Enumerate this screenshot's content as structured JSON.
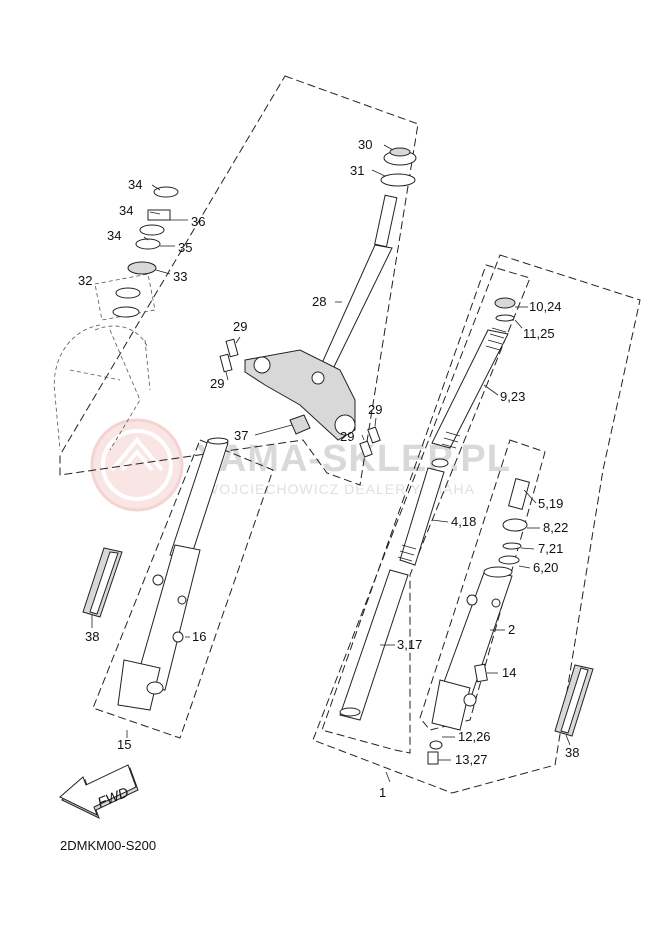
{
  "diagram_code": "2DMKM00-S200",
  "watermark": {
    "main": "YAMA-SKLEP.PL",
    "sub": "WOJCIECHOWICZ DEALER YAMAHA"
  },
  "direction_arrow": "FWD",
  "callouts": {
    "c1": "1",
    "c2": "2",
    "c3_17": "3,17",
    "c4_18": "4,18",
    "c5_19": "5,19",
    "c6_20": "6,20",
    "c7_21": "7,21",
    "c8_22": "8,22",
    "c9_23": "9,23",
    "c10_24": "10,24",
    "c11_25": "11,25",
    "c12_26": "12,26",
    "c13_27": "13,27",
    "c14": "14",
    "c15": "15",
    "c16": "16",
    "c28": "28",
    "c29a": "29",
    "c29b": "29",
    "c29c": "29",
    "c29d": "29",
    "c30": "30",
    "c31": "31",
    "c32": "32",
    "c33": "33",
    "c34a": "34",
    "c34b": "34",
    "c34c": "34",
    "c35": "35",
    "c36": "36",
    "c37": "37",
    "c38a": "38",
    "c38b": "38"
  },
  "colors": {
    "line": "#222222",
    "watermark": "#d9d9d9",
    "logo": "#f4c9c9"
  }
}
